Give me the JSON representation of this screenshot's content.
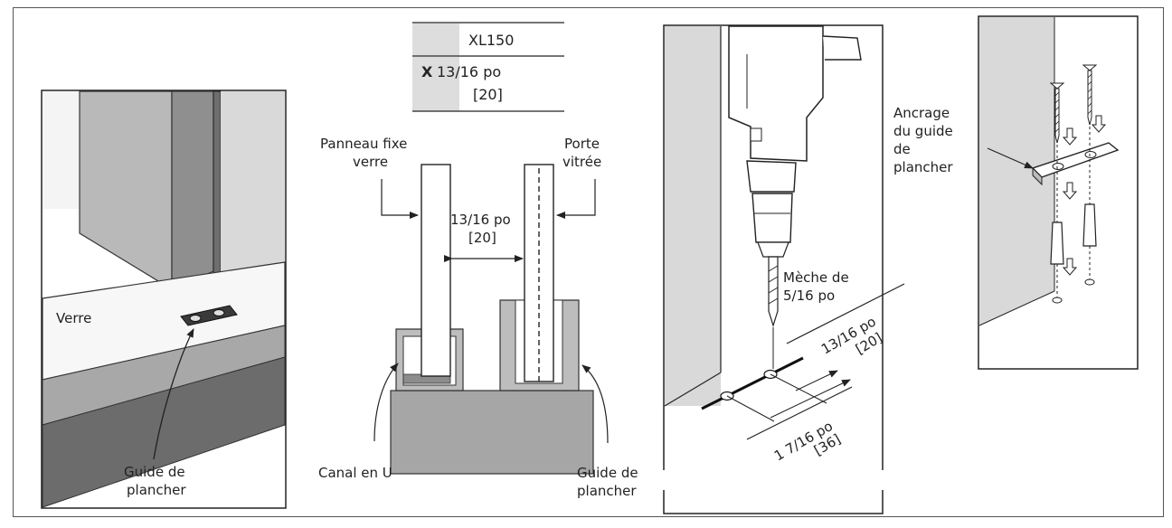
{
  "spec_table": {
    "model": "XL150",
    "row_marker": "X",
    "gap_imperial": "13/16 po",
    "gap_metric": "[20]",
    "marker_color": "#dddddd"
  },
  "panel1": {
    "glass_label": "Verre",
    "floor_guide_label_line1": "Guide de",
    "floor_guide_label_line2": "plancher"
  },
  "panel2": {
    "fixed_panel_line1": "Panneau fixe",
    "fixed_panel_line2": "verre",
    "door_line1": "Porte",
    "door_line2": "vitrée",
    "gap_line1": "13/16 po",
    "gap_line2": "[20]",
    "u_channel_label": "Canal en U",
    "floor_guide_line1": "Guide de",
    "floor_guide_line2": "plancher"
  },
  "panel3": {
    "bit_line1": "Mèche de",
    "bit_line2": "5/16 po",
    "dim1_line1": "13/16 po",
    "dim1_line2": "[20]",
    "dim2_line1": "1 7/16 po",
    "dim2_line2": "[36]"
  },
  "panel4": {
    "anchor_line1": "Ancrage",
    "anchor_line2": "du guide",
    "anchor_line3": "de",
    "anchor_line4": "plancher"
  }
}
